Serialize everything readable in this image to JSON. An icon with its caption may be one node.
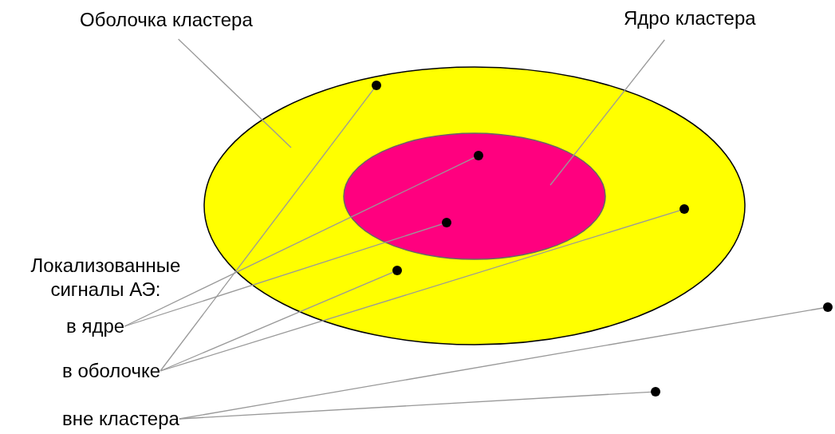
{
  "diagram": {
    "nodes": [
      {
        "text": [
          "Оболочка кластера"
        ]
      },
      {
        "text": [
          "Ядро кластера"
        ]
      },
      {
        "text": [],
        "shape": "ellipse"
      },
      {
        "text": [],
        "shape": "ellipse",
        "in": 2
      },
      {
        "text": [
          "в ядре"
        ]
      },
      {
        "text": [
          "в оболочке"
        ]
      },
      {
        "text": [
          "вне кластера"
        ]
      },
      {
        "text": [],
        "shape": "circle",
        "in": 2
      },
      {
        "text": [],
        "shape": "circle",
        "in": 2
      },
      {
        "text": [],
        "shape": "circle",
        "in": 3
      },
      {
        "text": [],
        "shape": "circle",
        "in": 3
      },
      {
        "text": [],
        "shape": "circle"
      },
      {
        "text": [],
        "shape": "circle",
        "in": 2
      },
      {
        "text": [],
        "shape": "circle"
      }
    ],
    "edges": [
      {
        "from": 0,
        "to": 2,
        "arrow": "none"
      },
      {
        "from": 1,
        "to": 3,
        "arrow": "none"
      },
      {
        "from": 4,
        "to": 9,
        "arrow": "none"
      },
      {
        "from": 4,
        "to": 10,
        "arrow": "none"
      },
      {
        "from": 5,
        "to": 7,
        "arrow": "none"
      },
      {
        "from": 5,
        "to": 8,
        "arrow": "none"
      },
      {
        "from": 5,
        "to": 12,
        "arrow": "none"
      },
      {
        "from": 6,
        "to": 11,
        "arrow": "none"
      },
      {
        "from": 6,
        "to": 13,
        "arrow": "none"
      }
    ],
    "labels": [
      "Локализованные сигналы АЭ:"
    ]
  }
}
